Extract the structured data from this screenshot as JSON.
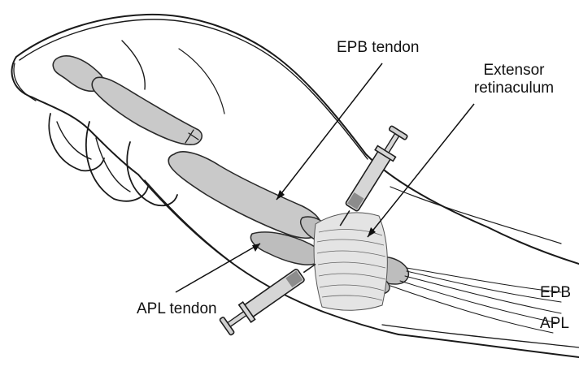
{
  "labels": {
    "epb_tendon": "EPB tendon",
    "extensor_retinaculum_line1": "Extensor",
    "extensor_retinaculum_line2": "retinaculum",
    "apl_tendon": "APL tendon",
    "epb": "EPB",
    "apl": "APL"
  },
  "colors": {
    "line": "#1a1a1a",
    "bone_fill": "#c9c9c9",
    "tendon_fill": "#bdbdbd",
    "background": "#ffffff"
  }
}
